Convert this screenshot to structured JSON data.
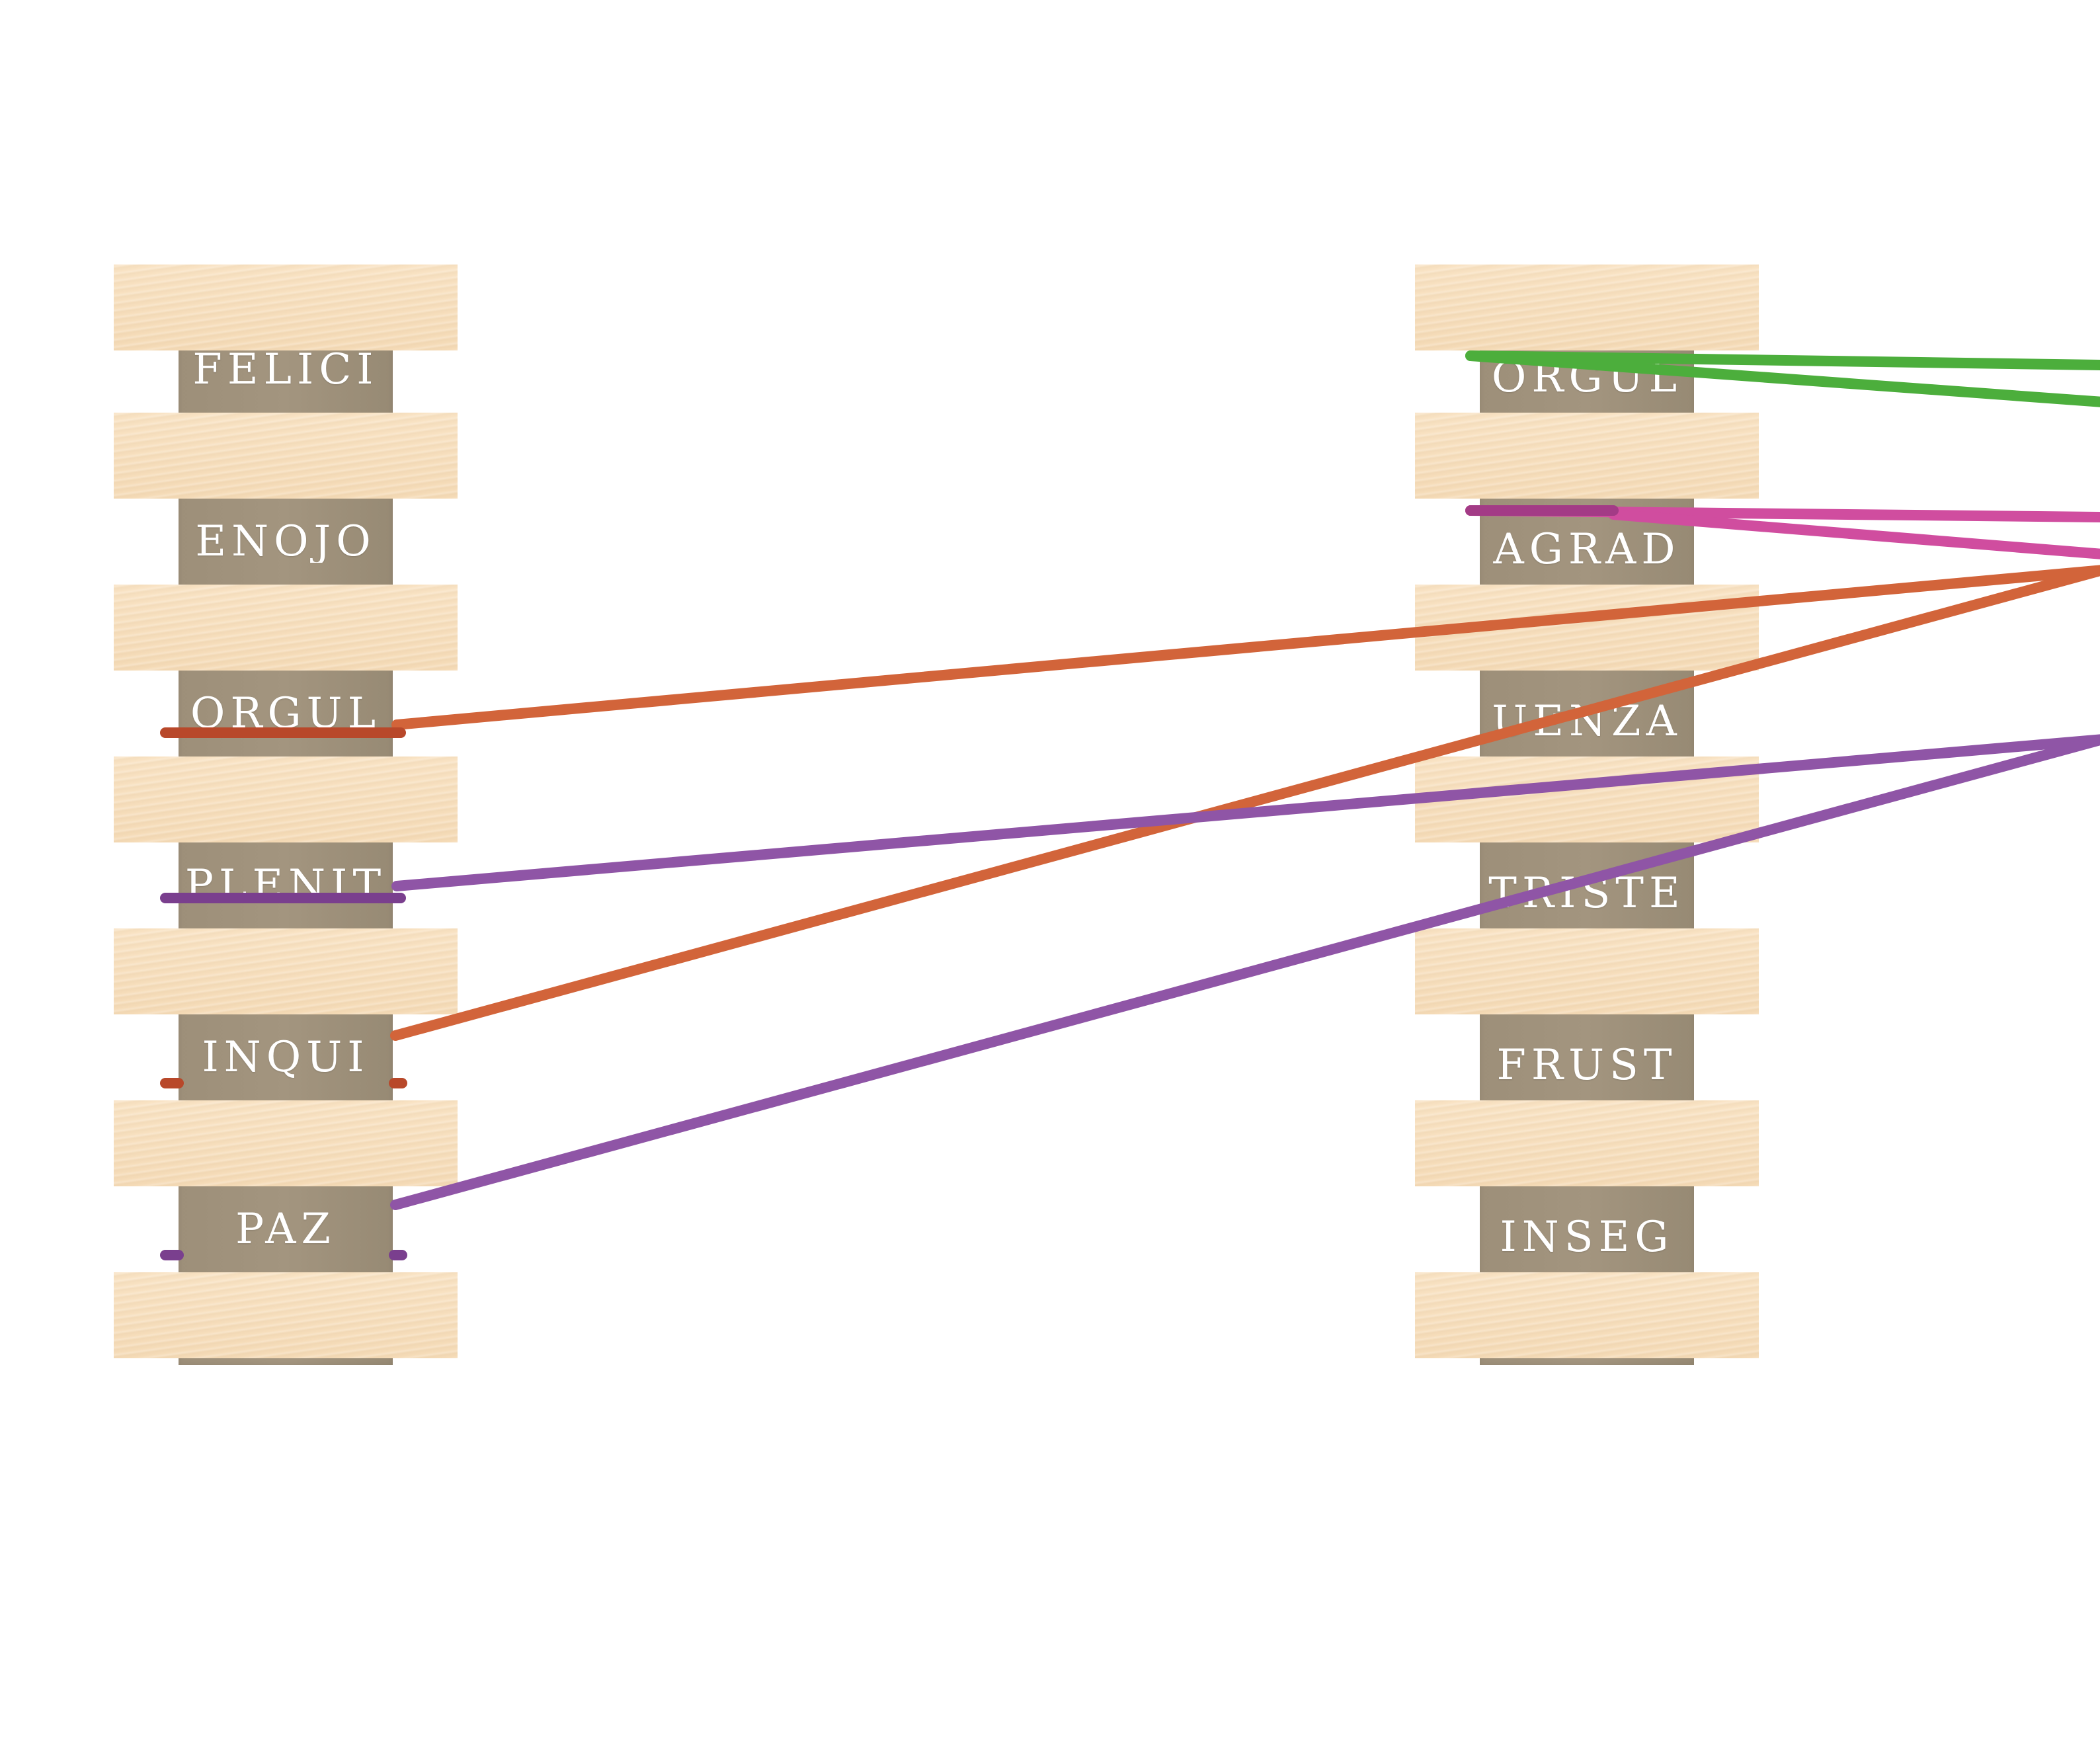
{
  "colors": {
    "green": "#4cae3c",
    "pink": "#d04d9f",
    "magenta_dark": "#a33b86",
    "orange": "#d2643a",
    "orange_dark": "#b8482a",
    "purple": "#8f55a6",
    "purple_dark": "#7a3f8e",
    "wood": "#f7dfbe",
    "core": "#9f917b"
  },
  "left_column": {
    "slots": [
      {
        "label": "FELICI"
      },
      {
        "label": "ENOJO"
      },
      {
        "label": "ORGUL"
      },
      {
        "label": "PLENIT"
      },
      {
        "label": "INQUI"
      },
      {
        "label": "PAZ"
      }
    ]
  },
  "right_column": {
    "slots": [
      {
        "label": "ORGUL"
      },
      {
        "label": "AGRAD"
      },
      {
        "label": "UENZA"
      },
      {
        "label": "TRISTE"
      },
      {
        "label": "FRUST"
      },
      {
        "label": "INSEG"
      }
    ]
  },
  "bands": [
    {
      "name": "green-band",
      "color": "green",
      "from": "right-0",
      "to": "offscreen-right"
    },
    {
      "name": "pink-band",
      "color": "pink",
      "from": "right-1",
      "to": "offscreen-right"
    },
    {
      "name": "orange-band-upper",
      "color": "orange",
      "from": "left-2",
      "to": "offscreen-right"
    },
    {
      "name": "orange-band-lower",
      "color": "orange",
      "from": "left-4",
      "to": "offscreen-right"
    },
    {
      "name": "purple-band-upper",
      "color": "purple",
      "from": "left-3",
      "to": "offscreen-right"
    },
    {
      "name": "purple-band-lower",
      "color": "purple",
      "from": "left-5",
      "to": "offscreen-right"
    }
  ]
}
